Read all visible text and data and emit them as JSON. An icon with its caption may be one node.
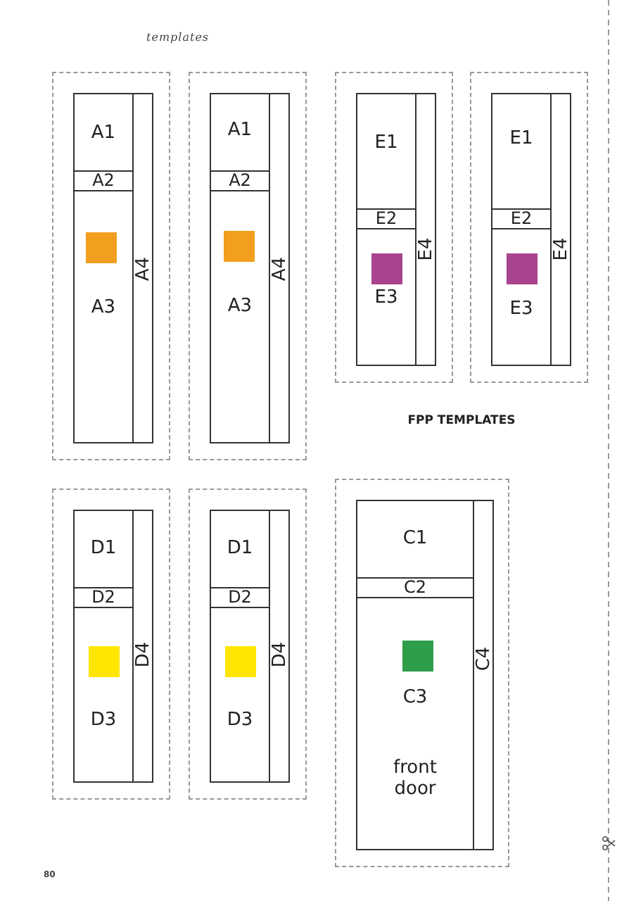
{
  "diagram": {
    "title": "FPP TEMPLATES",
    "nodes": [
      {
        "text": [],
        "shape": "box"
      },
      {
        "text": [
          "A1"
        ],
        "in": 0
      },
      {
        "text": [
          "A2"
        ],
        "in": 0
      },
      {
        "text": [
          "A3"
        ],
        "in": 0
      },
      {
        "text": [
          "A4"
        ],
        "in": 0
      },
      {
        "text": [],
        "shape": "box"
      },
      {
        "text": [
          "A1"
        ],
        "in": 5
      },
      {
        "text": [
          "A2"
        ],
        "in": 5
      },
      {
        "text": [
          "A3"
        ],
        "in": 5
      },
      {
        "text": [
          "A4"
        ],
        "in": 5
      },
      {
        "text": [],
        "shape": "box"
      },
      {
        "text": [
          "E1"
        ],
        "in": 10
      },
      {
        "text": [
          "E2"
        ],
        "in": 10
      },
      {
        "text": [
          "E3"
        ],
        "in": 10
      },
      {
        "text": [
          "E4"
        ],
        "in": 10
      },
      {
        "text": [],
        "shape": "box"
      },
      {
        "text": [
          "E1"
        ],
        "in": 15
      },
      {
        "text": [
          "E2"
        ],
        "in": 15
      },
      {
        "text": [
          "E3"
        ],
        "in": 15
      },
      {
        "text": [
          "E4"
        ],
        "in": 15
      },
      {
        "text": [],
        "shape": "box"
      },
      {
        "text": [
          "D1"
        ],
        "in": 20
      },
      {
        "text": [
          "D2"
        ],
        "in": 20
      },
      {
        "text": [
          "D3"
        ],
        "in": 20
      },
      {
        "text": [
          "D4"
        ],
        "in": 20
      },
      {
        "text": [],
        "shape": "box"
      },
      {
        "text": [
          "D1"
        ],
        "in": 25
      },
      {
        "text": [
          "D2"
        ],
        "in": 25
      },
      {
        "text": [
          "D3"
        ],
        "in": 25
      },
      {
        "text": [
          "D4"
        ],
        "in": 25
      },
      {
        "text": [],
        "shape": "box"
      },
      {
        "text": [
          "C1"
        ],
        "in": 30
      },
      {
        "text": [
          "C2"
        ],
        "in": 30
      },
      {
        "text": [
          "C3",
          "front door"
        ],
        "in": 30
      },
      {
        "text": [
          "C4"
        ],
        "in": 30
      }
    ],
    "labels": [
      "templates",
      "80"
    ]
  }
}
